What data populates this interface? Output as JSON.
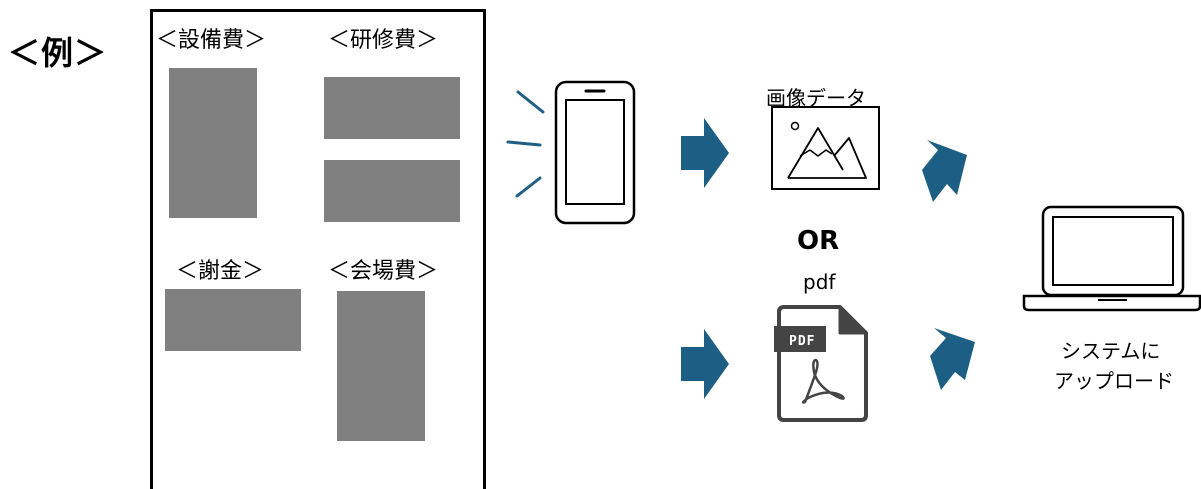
{
  "example_label": "＜例＞",
  "receipt_sheet": {
    "categories": [
      {
        "label": "＜設備費＞"
      },
      {
        "label": "＜研修費＞"
      },
      {
        "label": "＜謝金＞"
      },
      {
        "label": "＜会場費＞"
      }
    ]
  },
  "smartphone_icon": "smartphone-icon",
  "outputs": {
    "image_label": "画像データ",
    "or_label": "OR",
    "pdf_label": "pdf",
    "pdf_badge": "PDF"
  },
  "destination": {
    "line1": "システムに",
    "line2": "アップロード"
  },
  "colors": {
    "arrow": "#1d5f84",
    "block": "#808080",
    "line": "#000000"
  }
}
